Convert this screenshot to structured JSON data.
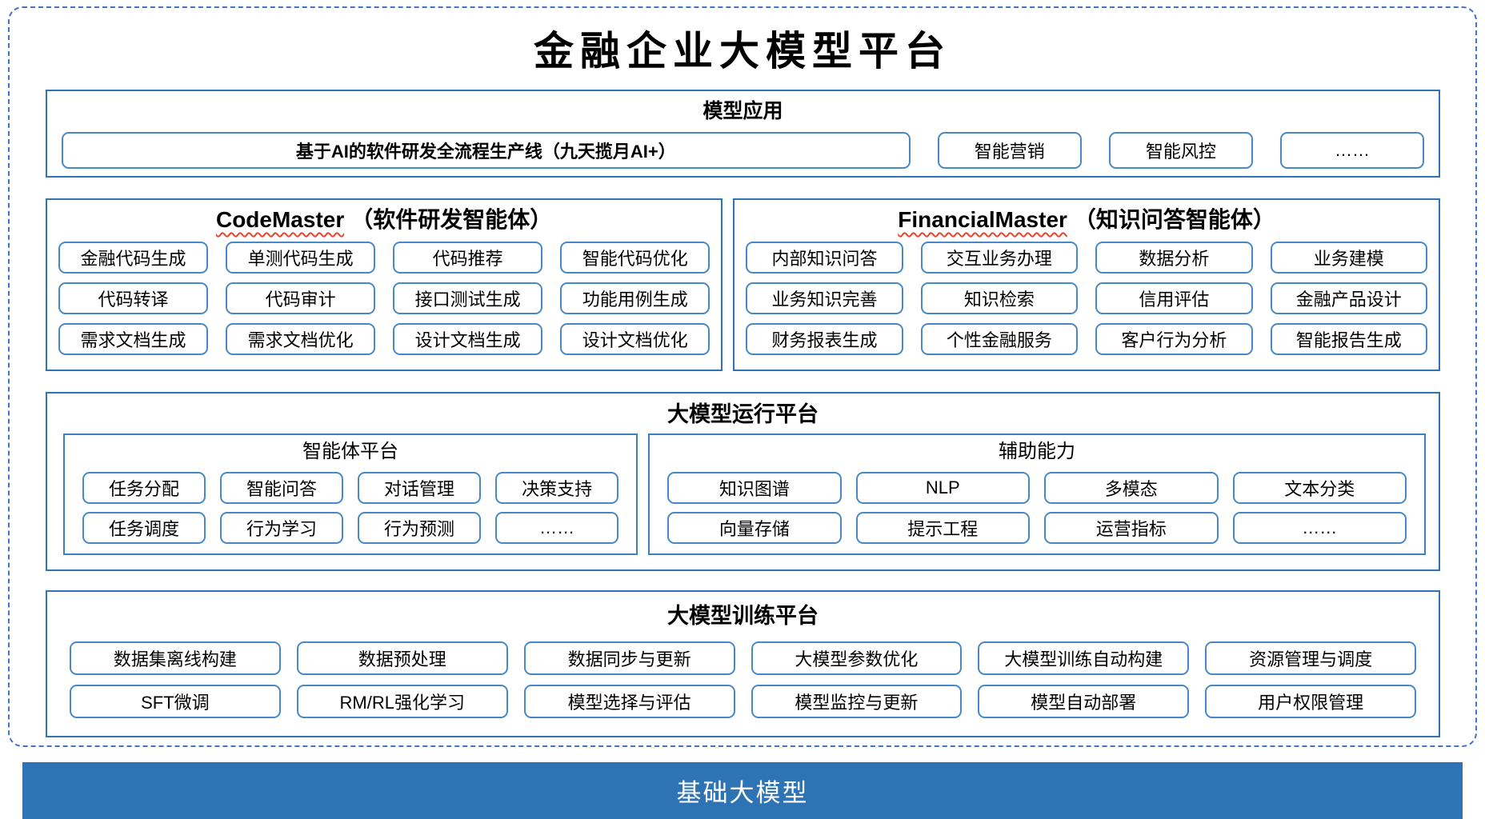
{
  "title": "金融企业大模型平台",
  "sections": {
    "model_app": {
      "header": "模型应用",
      "pipeline": "基于AI的软件研发全流程生产线（九天揽月AI+）",
      "items": [
        "智能营销",
        "智能风控",
        "……"
      ]
    },
    "code_master": {
      "name": "CodeMaster",
      "subtitle": "（软件研发智能体）",
      "items": [
        "金融代码生成",
        "单测代码生成",
        "代码推荐",
        "智能代码优化",
        "代码转译",
        "代码审计",
        "接口测试生成",
        "功能用例生成",
        "需求文档生成",
        "需求文档优化",
        "设计文档生成",
        "设计文档优化"
      ]
    },
    "financial_master": {
      "name": "FinancialMaster",
      "subtitle": "（知识问答智能体）",
      "items": [
        "内部知识问答",
        "交互业务办理",
        "数据分析",
        "业务建模",
        "业务知识完善",
        "知识检索",
        "信用评估",
        "金融产品设计",
        "财务报表生成",
        "个性金融服务",
        "客户行为分析",
        "智能报告生成"
      ]
    },
    "runtime": {
      "header": "大模型运行平台",
      "agent_platform": {
        "header": "智能体平台",
        "items": [
          "任务分配",
          "智能问答",
          "对话管理",
          "决策支持",
          "任务调度",
          "行为学习",
          "行为预测",
          "……"
        ]
      },
      "aux": {
        "header": "辅助能力",
        "items": [
          "知识图谱",
          "NLP",
          "多模态",
          "文本分类",
          "向量存储",
          "提示工程",
          "运营指标",
          "……"
        ]
      }
    },
    "training": {
      "header": "大模型训练平台",
      "items": [
        "数据集离线构建",
        "数据预处理",
        "数据同步与更新",
        "大模型参数优化",
        "大模型训练自动构建",
        "资源管理与调度",
        "SFT微调",
        "RM/RL强化学习",
        "模型选择与评估",
        "模型监控与更新",
        "模型自动部署",
        "用户权限管理"
      ]
    },
    "base": {
      "label": "基础大模型"
    }
  },
  "colors": {
    "section_border": "#2E75B6",
    "item_border": "#4788C8",
    "dashed_frame": "#4472C4",
    "base_bar": "#2E74B5",
    "spellcheck_squiggle": "#E8442E",
    "text": "#000000"
  }
}
